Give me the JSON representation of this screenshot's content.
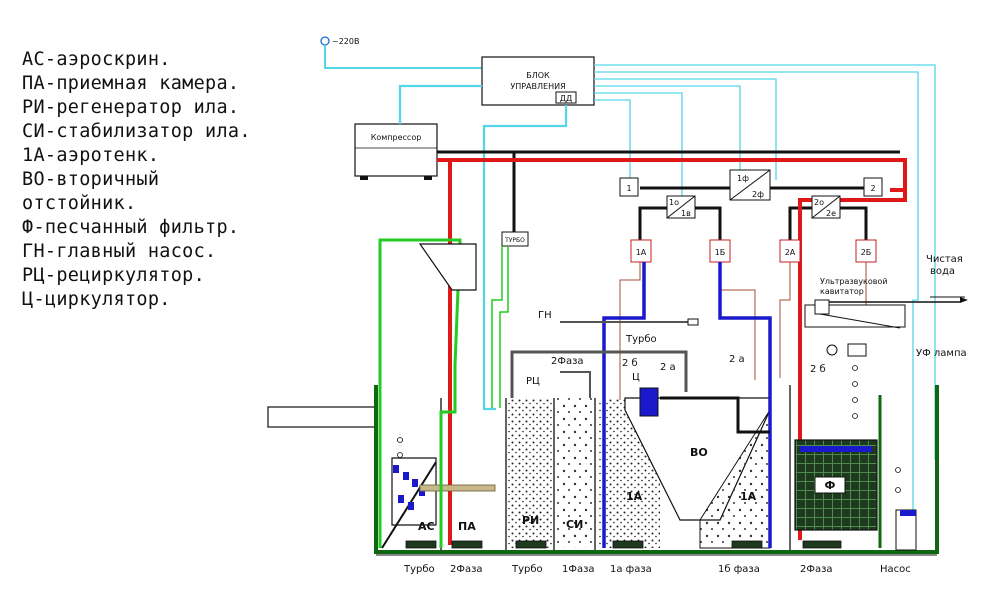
{
  "legend": [
    "АС-аэроскрин.",
    "ПА-приемная камера.",
    "РИ-регенератор ила.",
    "СИ-стабилизатор ила.",
    "1А-аэротенк.",
    "ВО-вторичный",
    "отстойник.",
    "Ф-песчанный фильтр.",
    "ГН-главный насос.",
    "РЦ-рециркулятор.",
    "Ц-циркулятор."
  ],
  "power": "~220В",
  "control_unit": {
    "line1": "БЛОК",
    "line2": "УПРАВЛЕНИЯ",
    "sensor": "ДД"
  },
  "compressor": "Компрессор",
  "valves": {
    "v1": "1",
    "v2": "2",
    "v1a": "1А",
    "v1b": "1Б",
    "v2a": "2А",
    "v2b": "2Б",
    "sw1_top": "1ф",
    "sw1_bot": "2ф",
    "sw2_top": "1о",
    "sw2_bot": "1в",
    "sw3_top": "2о",
    "sw3_bot": "2е",
    "turbo_small": "ТУРБО"
  },
  "labels": {
    "gn": "ГН",
    "turbo_top": "Турбо",
    "phase2_top": "2Фаза",
    "rc": "РЦ",
    "c": "Ц",
    "b2_1": "2 б",
    "a2_1": "2 а",
    "a2_2": "2 а",
    "b2_2": "2 б",
    "clean_water_1": "Чистая",
    "clean_water_2": "вода",
    "cavitator_1": "Ультразвуковой",
    "cavitator_2": "кавитатор",
    "uv_lamp": "УФ лампа",
    "vo": "ВО"
  },
  "chambers": {
    "as": "АС",
    "pa": "ПА",
    "ri": "РИ",
    "si": "СИ",
    "a1": "1А",
    "a1b": "1А",
    "f": "Ф"
  },
  "bottom_labels": {
    "turbo_1": "Турбо",
    "phase_2a": "2Фаза",
    "turbo_2": "Турбо",
    "phase_1": "1Фаза",
    "phase_1a": "1а фаза",
    "phase_1b": "1б фаза",
    "phase_2b": "2Фаза",
    "pump": "Насос"
  },
  "colors": {
    "air": "#55d6e6",
    "power_red": "#e01818",
    "sludge_green": "#22cc22",
    "tank_green": "#116611",
    "water_blue": "#1a1acc",
    "control_black": "#111111",
    "pipe_brown": "#a05030",
    "filter_dark": "#1e3a1e"
  }
}
